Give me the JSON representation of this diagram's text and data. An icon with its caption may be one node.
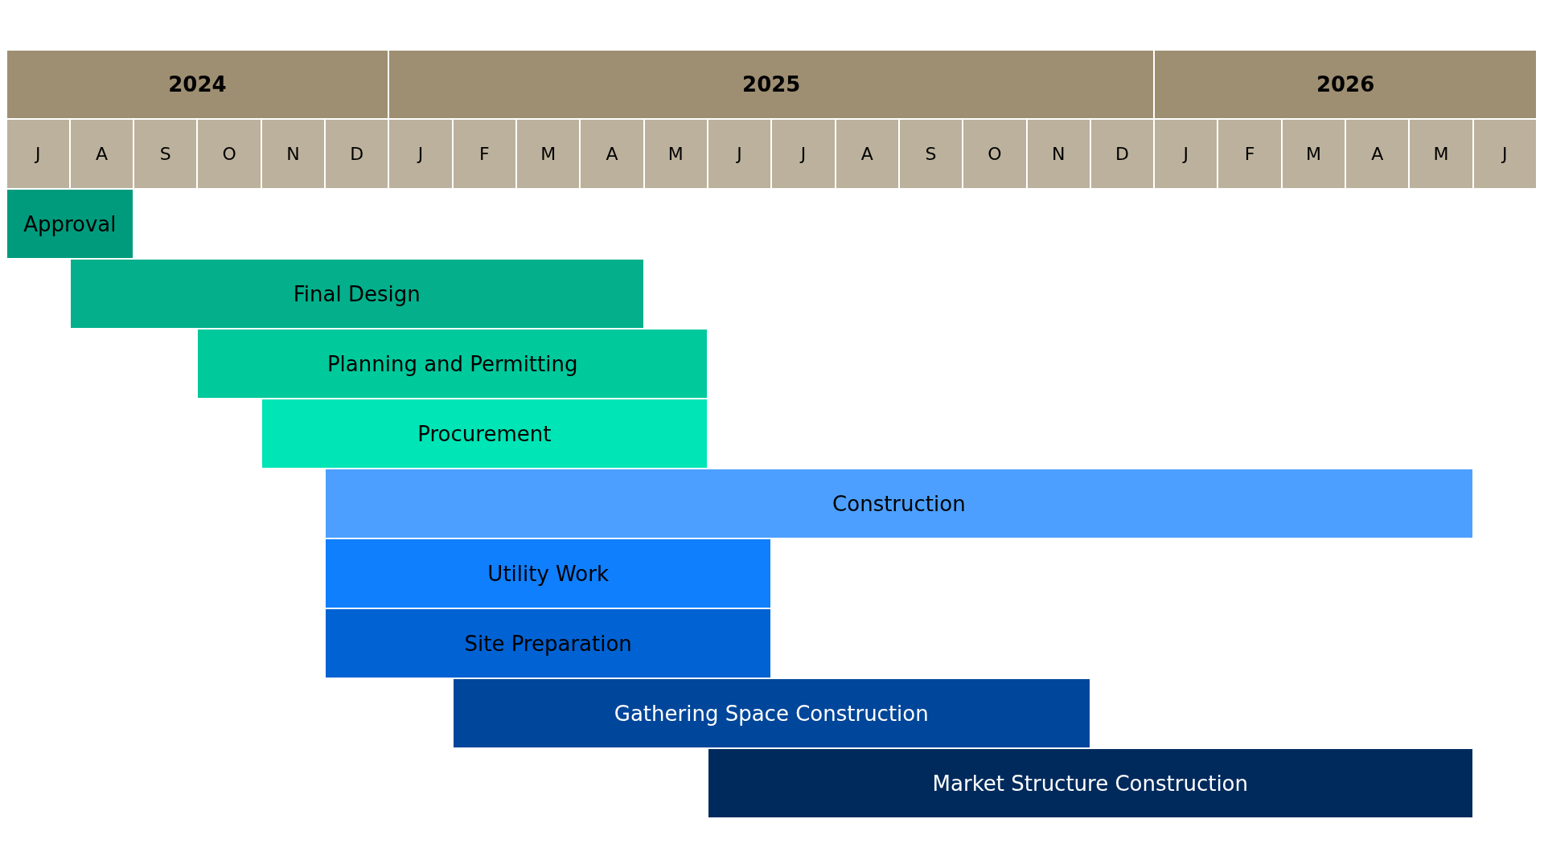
{
  "diagram": {
    "nodes": [
      {
        "text": [
          "2024"
        ]
      },
      {
        "text": [
          "2025"
        ]
      },
      {
        "text": [
          "2026"
        ]
      },
      {
        "text": [
          "J"
        ]
      },
      {
        "text": [
          "A"
        ]
      },
      {
        "text": [
          "S"
        ]
      },
      {
        "text": [
          "O"
        ]
      },
      {
        "text": [
          "N"
        ]
      },
      {
        "text": [
          "D"
        ]
      },
      {
        "text": [
          "J"
        ]
      },
      {
        "text": [
          "F"
        ]
      },
      {
        "text": [
          "M"
        ]
      },
      {
        "text": [
          "A"
        ]
      },
      {
        "text": [
          "M"
        ]
      },
      {
        "text": [
          "J"
        ]
      },
      {
        "text": [
          "J"
        ]
      },
      {
        "text": [
          "A"
        ]
      },
      {
        "text": [
          "S"
        ]
      },
      {
        "text": [
          "O"
        ]
      },
      {
        "text": [
          "N"
        ]
      },
      {
        "text": [
          "D"
        ]
      },
      {
        "text": [
          "J"
        ]
      },
      {
        "text": [
          "F"
        ]
      },
      {
        "text": [
          "M"
        ]
      },
      {
        "text": [
          "A"
        ]
      },
      {
        "text": [
          "M"
        ]
      },
      {
        "text": [
          "J"
        ]
      },
      {
        "text": [
          "Approval"
        ]
      },
      {
        "text": [
          "Final Design"
        ]
      },
      {
        "text": [
          "Planning and Permitting"
        ]
      },
      {
        "text": [
          "Procurement"
        ]
      },
      {
        "text": [
          "Construction"
        ]
      },
      {
        "text": [
          "Utility Work"
        ]
      },
      {
        "text": [
          "Site Preparation"
        ]
      },
      {
        "text": [
          "Gathering Space Construction"
        ]
      },
      {
        "text": [
          "Market Structure Construction"
        ]
      }
    ]
  }
}
